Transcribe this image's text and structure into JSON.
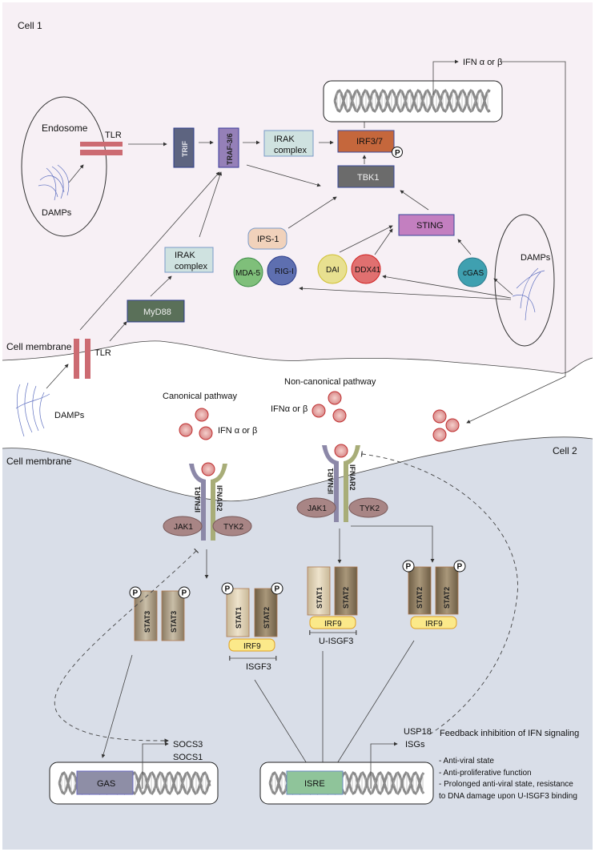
{
  "cells": {
    "cell1": "Cell 1",
    "cell2": "Cell 2",
    "membrane1": "Cell membrane",
    "membrane2": "Cell membrane"
  },
  "cell1": {
    "endosome": "Endosome",
    "tlr_endosome": "TLR",
    "damps_endosome": "DAMPs",
    "trif": "TRIF",
    "traf": "TRAF-3/6",
    "irak_top_1": "IRAK",
    "irak_top_2": "complex",
    "irf37": "IRF3/7",
    "p": "P",
    "tbk1": "TBK1",
    "ifn_out": "IFN α or β",
    "sting": "STING",
    "ips1": "IPS-1",
    "mda5": "MDA-5",
    "rigi": "RIG-I",
    "dai": "DAI",
    "ddx41": "DDX41",
    "cgas": "cGAS",
    "damps_cytosol": "DAMPs",
    "irak_low_1": "IRAK",
    "irak_low_2": "complex",
    "myd88": "MyD88",
    "tlr_membrane": "TLR"
  },
  "extracellular": {
    "damps": "DAMPs",
    "canonical": "Canonical pathway",
    "canonical_ifn": "IFN α or β",
    "noncanonical": "Non-canonical pathway",
    "noncanonical_ifn": "IFNα or β"
  },
  "cell2": {
    "ifnar1": "IFNAR1",
    "ifnar2": "IFNAR2",
    "jak1": "JAK1",
    "tyk2": "TYK2",
    "stat3": "STAT3",
    "stat1": "STAT1",
    "stat2": "STAT2",
    "irf9": "IRF9",
    "isgf3": "ISGF3",
    "u_isgf3": "U-ISGF3",
    "gas": "GAS",
    "isre": "ISRE",
    "socs3": "SOCS3",
    "socs1": "SOCS1",
    "usp18": "USP18",
    "feedback": "Feedback inhibition of IFN signaling",
    "isgs": "ISGs",
    "outcomes": [
      "- Anti-viral state",
      "- Anti-proliferative function",
      "- Prolonged anti-viral state, resistance",
      "to DNA damage upon U-ISGF3 binding"
    ]
  },
  "colors": {
    "cell1_bg": "#f7f0f5",
    "cell2_bg": "#d9dee8",
    "ifn": "#e8a8a8",
    "trif": "#5d6480",
    "traf": "#9580b8",
    "irak": "#cfe2e0",
    "irf": "#c5673c",
    "tbk1": "#6b6b6b",
    "sting": "#c37fc0",
    "myd88": "#5a7059",
    "isre": "#8fc49a",
    "gas": "#8e8ea6"
  }
}
